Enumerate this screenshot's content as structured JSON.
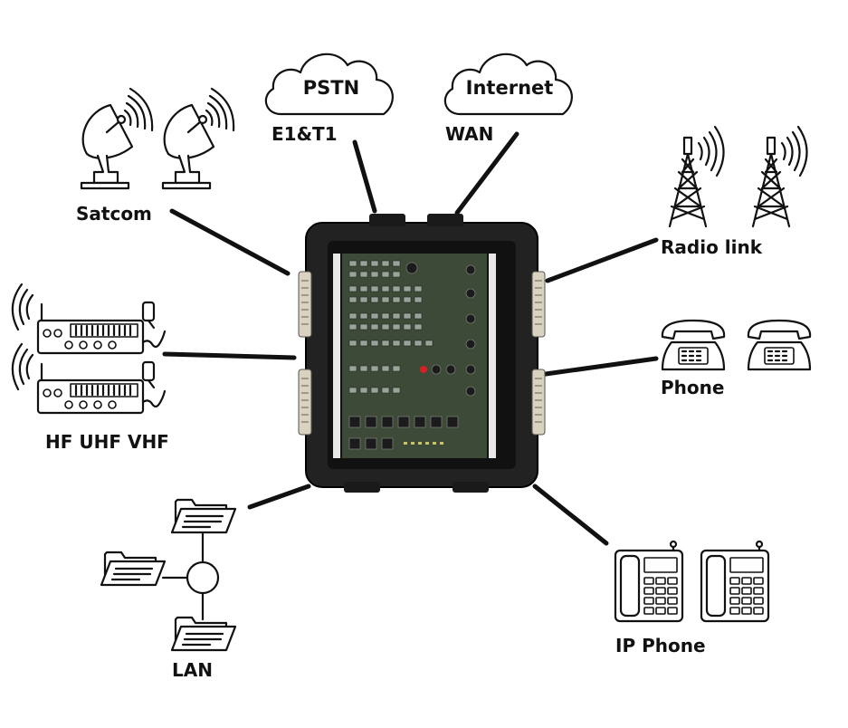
{
  "clouds": {
    "pstn": "PSTN",
    "internet": "Internet"
  },
  "labels": {
    "e1t1": "E1&T1",
    "wan": "WAN",
    "satcom": "Satcom",
    "radio_link": "Radio link",
    "hf_uhf_vhf": "HF UHF VHF",
    "phone": "Phone",
    "lan": "LAN",
    "ip_phone": "IP Phone"
  },
  "colors": {
    "line": "#111111",
    "device_case": "#2a2a2a",
    "device_panel": "#3d4a38",
    "device_side": "#d8d2bf"
  }
}
